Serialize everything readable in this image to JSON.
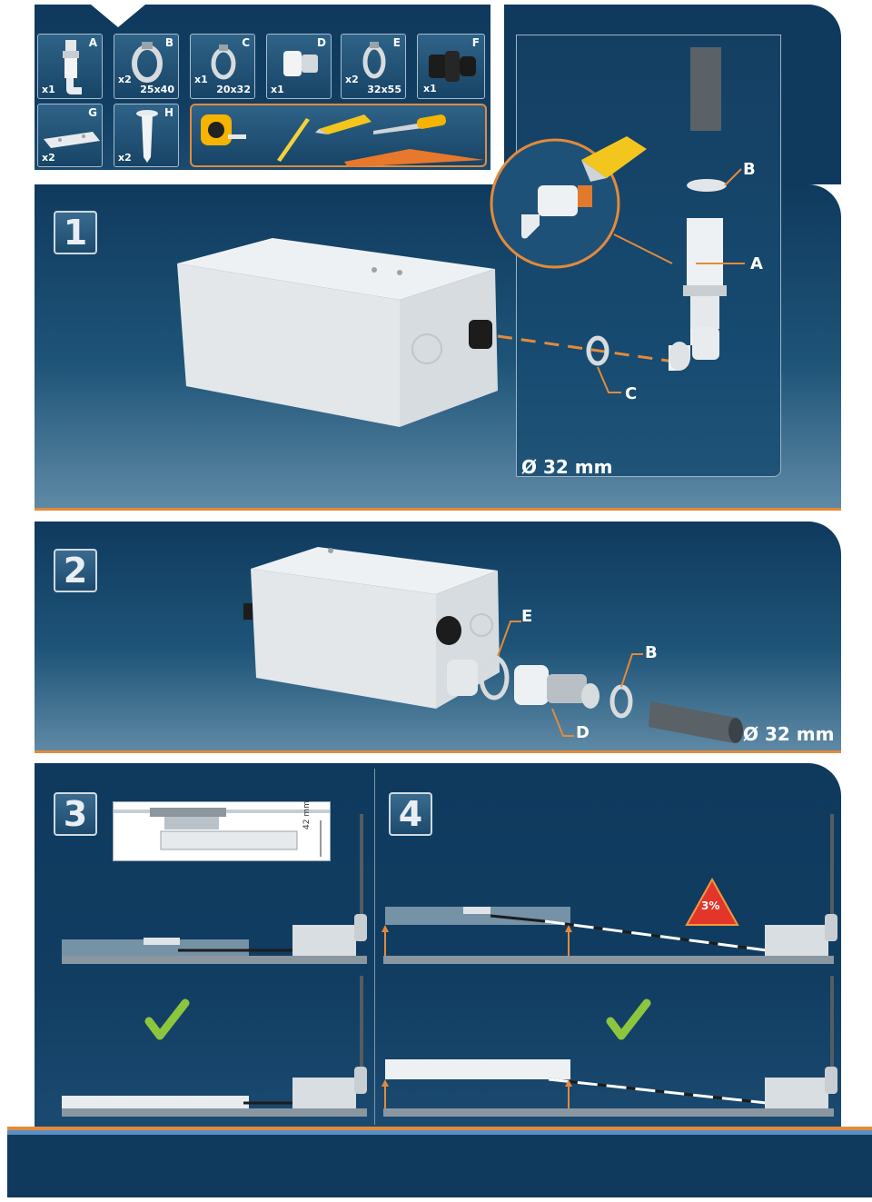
{
  "parts": [
    {
      "letter": "A",
      "qty": "x1",
      "size": ""
    },
    {
      "letter": "B",
      "qty": "x2",
      "size": "25x40"
    },
    {
      "letter": "C",
      "qty": "x1",
      "size": "20x32"
    },
    {
      "letter": "D",
      "qty": "x1",
      "size": ""
    },
    {
      "letter": "E",
      "qty": "x2",
      "size": "32x55"
    },
    {
      "letter": "F",
      "qty": "x1",
      "size": ""
    },
    {
      "letter": "G",
      "qty": "x2",
      "size": ""
    },
    {
      "letter": "H",
      "qty": "x2",
      "size": ""
    }
  ],
  "steps": [
    "1",
    "2",
    "3",
    "4"
  ],
  "step1": {
    "labels": {
      "A": "A",
      "B": "B",
      "C": "C"
    },
    "diameter": "Ø 32 mm"
  },
  "step2": {
    "labels": {
      "B": "B",
      "D": "D",
      "E": "E"
    },
    "diameter": "Ø 32 mm"
  },
  "step3": {
    "height_label": "42 mm"
  },
  "step4": {
    "slope_label": "3%"
  },
  "colors": {
    "panel": "#0f3a5e",
    "accent": "#e48a3a",
    "check": "#8cc63f",
    "unit": "#f0f0f0"
  }
}
